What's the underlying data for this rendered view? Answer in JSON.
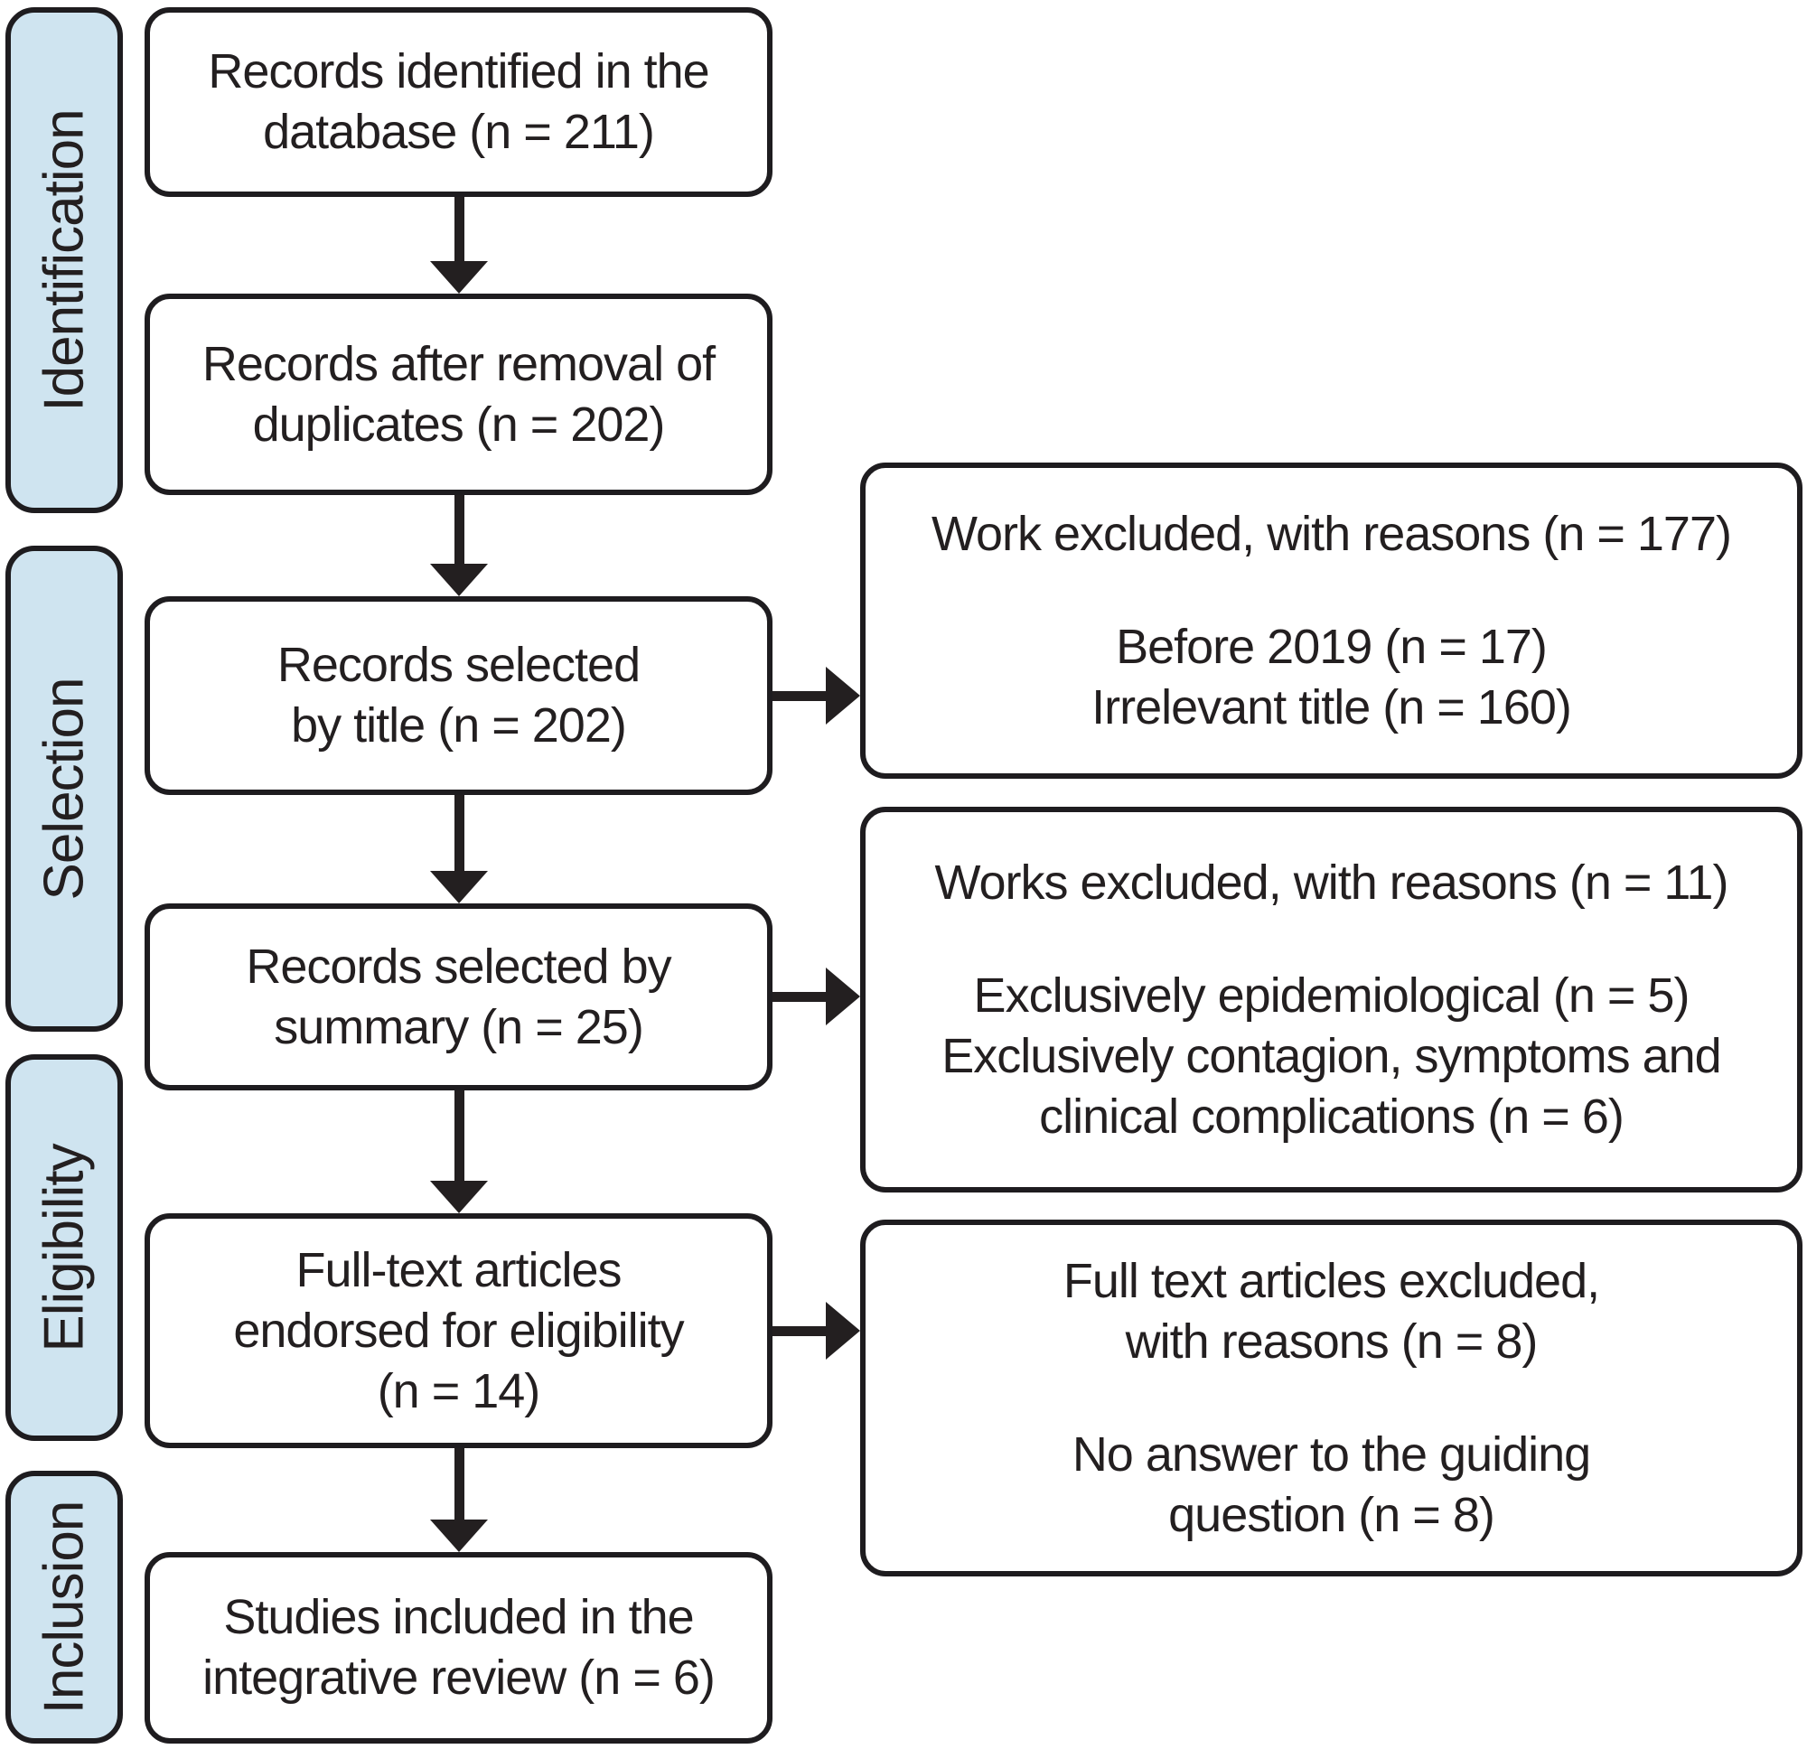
{
  "colors": {
    "background": "#ffffff",
    "box_border": "#1e1c1f",
    "text": "#231f20",
    "arrow": "#231f20",
    "stage_fill": "#cfe4f0"
  },
  "stages": [
    {
      "label": "Identification"
    },
    {
      "label": "Selection"
    },
    {
      "label": "Eligibility"
    },
    {
      "label": "Inclusion"
    }
  ],
  "flow": [
    {
      "n": 211,
      "lines": [
        "Records identified in the",
        "database (n = 211)"
      ]
    },
    {
      "n": 202,
      "lines": [
        "Records after removal of",
        "duplicates (n = 202)"
      ]
    },
    {
      "n": 202,
      "lines": [
        "Records selected",
        "by title (n = 202)"
      ]
    },
    {
      "n": 25,
      "lines": [
        "Records selected by",
        "summary (n = 25)"
      ]
    },
    {
      "n": 14,
      "lines": [
        "Full-text articles",
        "endorsed for eligibility",
        "(n = 14)"
      ]
    },
    {
      "n": 6,
      "lines": [
        "Studies included in the",
        "integrative review (n = 6)"
      ]
    }
  ],
  "exclusions": [
    {
      "n": 177,
      "title_lines": [
        "Work excluded, with reasons (n = 177)"
      ],
      "reason_lines": [
        "Before 2019 (n = 17)",
        "Irrelevant title (n = 160)"
      ]
    },
    {
      "n": 11,
      "title_lines": [
        "Works excluded, with reasons (n = 11)"
      ],
      "reason_lines": [
        "Exclusively epidemiological (n = 5)",
        "Exclusively contagion, symptoms and",
        "clinical complications (n = 6)"
      ]
    },
    {
      "n": 8,
      "title_lines": [
        "Full text articles excluded,",
        "with reasons (n = 8)"
      ],
      "reason_lines": [
        "No answer to the guiding",
        "question (n = 8)"
      ]
    }
  ]
}
